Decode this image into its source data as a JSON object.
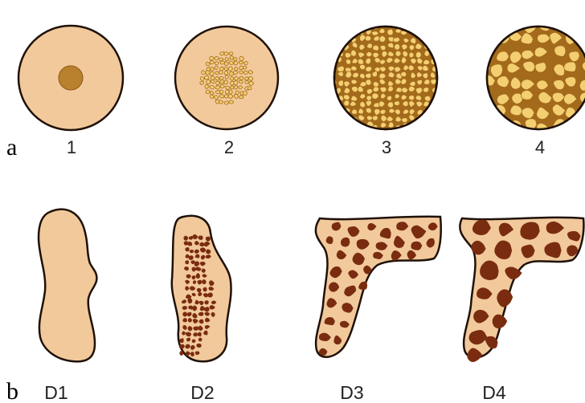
{
  "panels": {
    "a": {
      "letter": "a",
      "items": [
        {
          "label": "1"
        },
        {
          "label": "2"
        },
        {
          "label": "3"
        },
        {
          "label": "4"
        }
      ]
    },
    "b": {
      "letter": "b",
      "items": [
        {
          "label": "D1"
        },
        {
          "label": "D2"
        },
        {
          "label": "D3"
        },
        {
          "label": "D4"
        }
      ]
    }
  },
  "colors": {
    "bone_fill": "#f2c99b",
    "dense_core": "#b9802e",
    "mesh_fill": "#f3cf72",
    "mesh_line": "#a36a1c",
    "marrow": "#7a2c10",
    "outline": "#1f1108"
  }
}
